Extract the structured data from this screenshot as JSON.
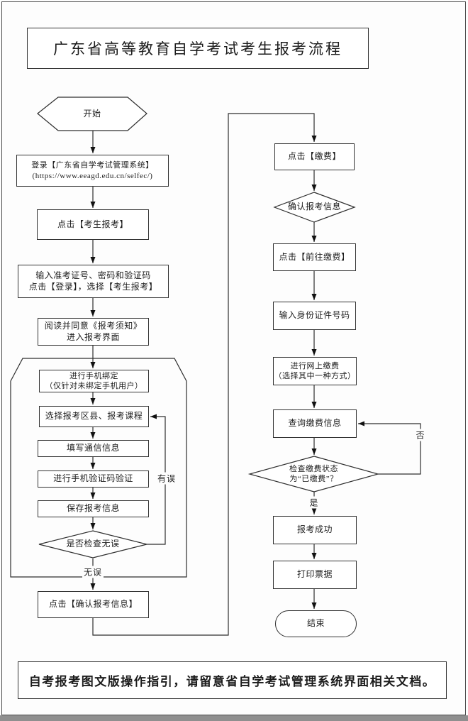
{
  "title": "广东省高等教育自学考试考生报考流程",
  "footer": "自考报考图文版操作指引，请留意省自学考试管理系统界面相关文档。",
  "nodes": {
    "start": "开始",
    "login": "登录【广东省自学考试管理系统】\n(https://www.eeagd.edu.cn/selfec/)",
    "click_candidate_register": "点击【考生报考】",
    "enter_credentials": "输入准考证号、密码和验证码\n点击【登录】，选择【考生报考】",
    "read_notice": "阅读并同意《报考须知》\n进入报考界面",
    "bind_phone": "进行手机绑定\n（仅针对未绑定手机用户）",
    "select_courses": "选择报考区县、报考课程",
    "fill_contact": "填写通信信息",
    "sms_verify": "进行手机验证码验证",
    "save_info": "保存报考信息",
    "check_correct": "是否检查无误",
    "confirm_info": "点击【确认报考信息】",
    "click_pay": "点击【缴费】",
    "confirm_reg_info": "确认报考信息",
    "go_pay": "点击【前往缴费】",
    "enter_id": "输入身份证件号码",
    "online_pay": "进行网上缴费\n（选择其中一种方式）",
    "query_pay": "查询缴费信息",
    "check_pay_status": "检查缴费状态\n为“已缴费”？",
    "reg_success": "报考成功",
    "print_receipt": "打印票据",
    "end": "结束"
  },
  "edge_labels": {
    "has_error": "有误",
    "no_error": "无误",
    "yes": "是",
    "no": "否"
  },
  "colors": {
    "stroke": "#2e2e2e",
    "background": "#fdfdfd",
    "border": "#4b4b4b"
  }
}
